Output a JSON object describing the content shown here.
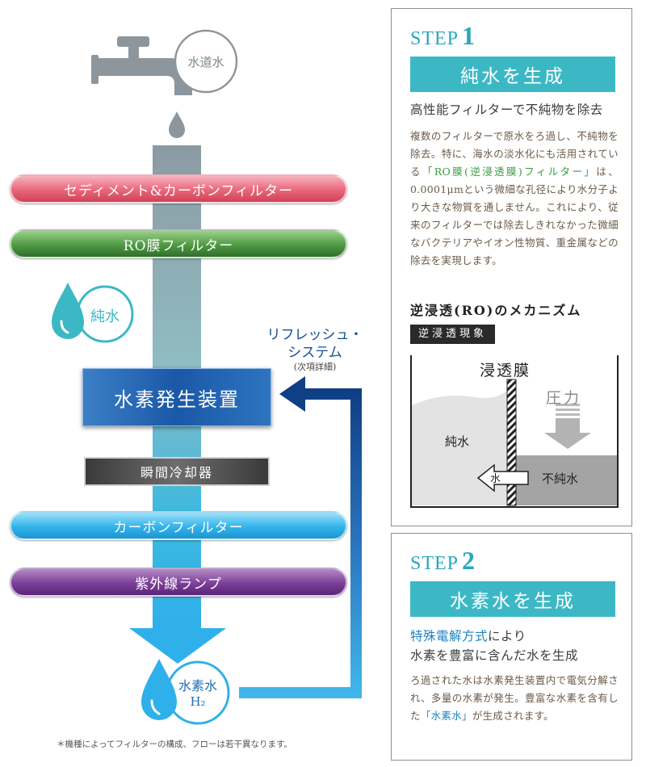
{
  "flow": {
    "tap_label": "水道水",
    "filters": [
      {
        "label": "セディメント&カーボンフィルター"
      },
      {
        "label": "RO膜フィルター"
      },
      {
        "label": "瞬間冷却器"
      },
      {
        "label": "カーボンフィルター"
      },
      {
        "label": "紫外線ランプ"
      }
    ],
    "pure_water_label": "純水",
    "hydrogen_device_label": "水素発生装置",
    "refresh_line1": "リフレッシュ・",
    "refresh_line2": "システム",
    "refresh_note": "(次項詳細)",
    "output_label": "水素水",
    "output_formula": "H₂",
    "footnote": "＊機種によってフィルターの構成、フローは若干異なります。"
  },
  "step1": {
    "step_word": "STEP",
    "step_number": "1",
    "band": "純水を生成",
    "subhead": "高性能フィルターで不純物を除去",
    "body_1": "複数のフィルターで原水をろ過し、不純物を除去。特に、海水の淡水化にも活用されている",
    "body_highlight": "「RO膜(逆浸透膜)フィルター」",
    "body_2": "は、0.0001μmという微細な孔径により水分子より大きな物質を通しません。これにより、従来のフィルターでは除去しきれなかった微細なバクテリアやイオン性物質、重金属などの除去を実現します。",
    "mechanism_title": "逆浸透(RO)のメカニズム",
    "mechanism_badge": "逆浸透現象",
    "diagram": {
      "membrane_label": "浸透膜",
      "pressure_label": "圧力",
      "pure_label": "純水",
      "water_label": "水",
      "impure_label": "不純水"
    }
  },
  "step2": {
    "step_word": "STEP",
    "step_number": "2",
    "band": "水素水を生成",
    "subhead_highlight": "特殊電解方式",
    "subhead_1": "により",
    "subhead_2": "水素を豊富に含んだ水を生成",
    "body_1": "ろ過された水は水素発生装置内で電気分解され、多量の水素が発生。豊富な水素を含有した",
    "body_highlight": "「水素水」",
    "body_2": "が生成されます。"
  }
}
